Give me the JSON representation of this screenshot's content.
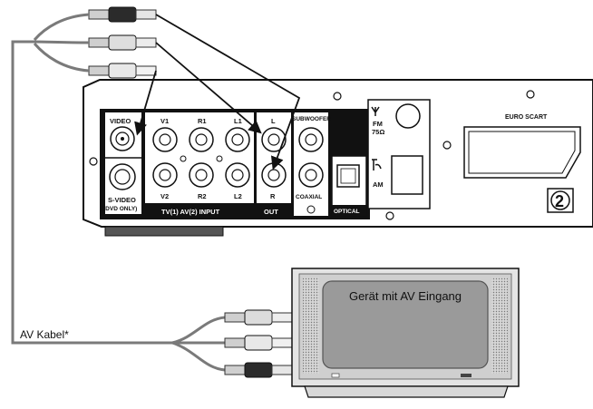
{
  "device": {
    "video_label": "VIDEO",
    "svideo_label": "S-VIDEO",
    "svideo_sub": "(DVD ONLY)",
    "v1": "V1",
    "r1": "R1",
    "l1": "L1",
    "v2": "V2",
    "r2": "R2",
    "l2": "L2",
    "input_label": "TV(1)  AV(2)  INPUT",
    "out_l": "L",
    "out_r": "R",
    "out_label": "OUT",
    "subwoofer_label": "SUBWOOFER",
    "coaxial_label": "COAXIAL",
    "optical_label": "OPTICAL",
    "fm_label": "FM",
    "fm_ohm": "75Ω",
    "am_label": "AM",
    "scart_label": "EURO SCART",
    "badge_number": "2"
  },
  "tv": {
    "screen_text": "Gerät mit AV Eingang"
  },
  "cable_label": "AV Kabel*",
  "colors": {
    "ink": "#111111",
    "panel": "#ffffff",
    "tv_screen": "#9a9a9a",
    "tv_frame": "#cfcfcf"
  }
}
